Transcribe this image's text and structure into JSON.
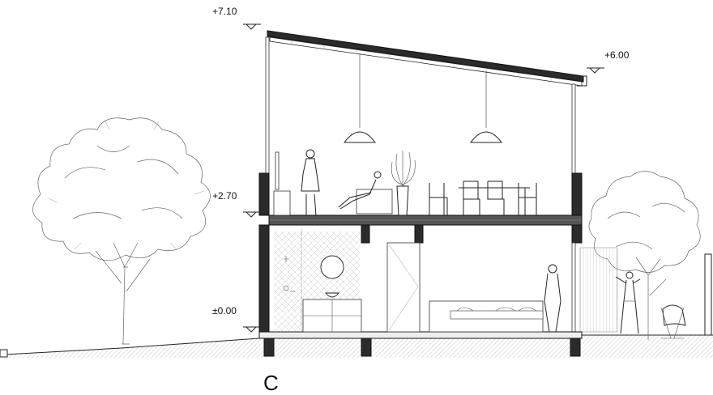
{
  "levels": {
    "roof_high": "+7.10",
    "roof_low": "+6.00",
    "upper_floor": "+2.70",
    "ground_floor": "±0.00"
  },
  "section_label": "C"
}
